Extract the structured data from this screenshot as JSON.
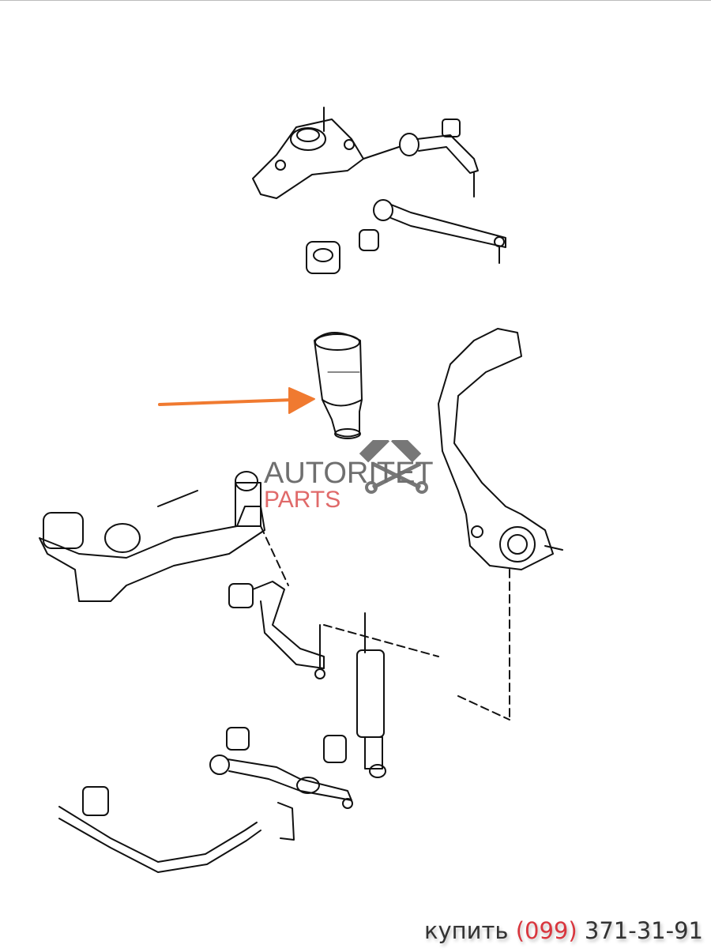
{
  "logo": {
    "line1": "AUTORITET",
    "line2": "PARTS"
  },
  "contact": {
    "prefix": "купить",
    "area_code": "(099)",
    "number": "371-31-91"
  },
  "colors": {
    "arrow": "#f07a30",
    "logo_gray": "#6f6f6f",
    "logo_red": "#e06a6a",
    "phone_red": "#d9363e"
  }
}
